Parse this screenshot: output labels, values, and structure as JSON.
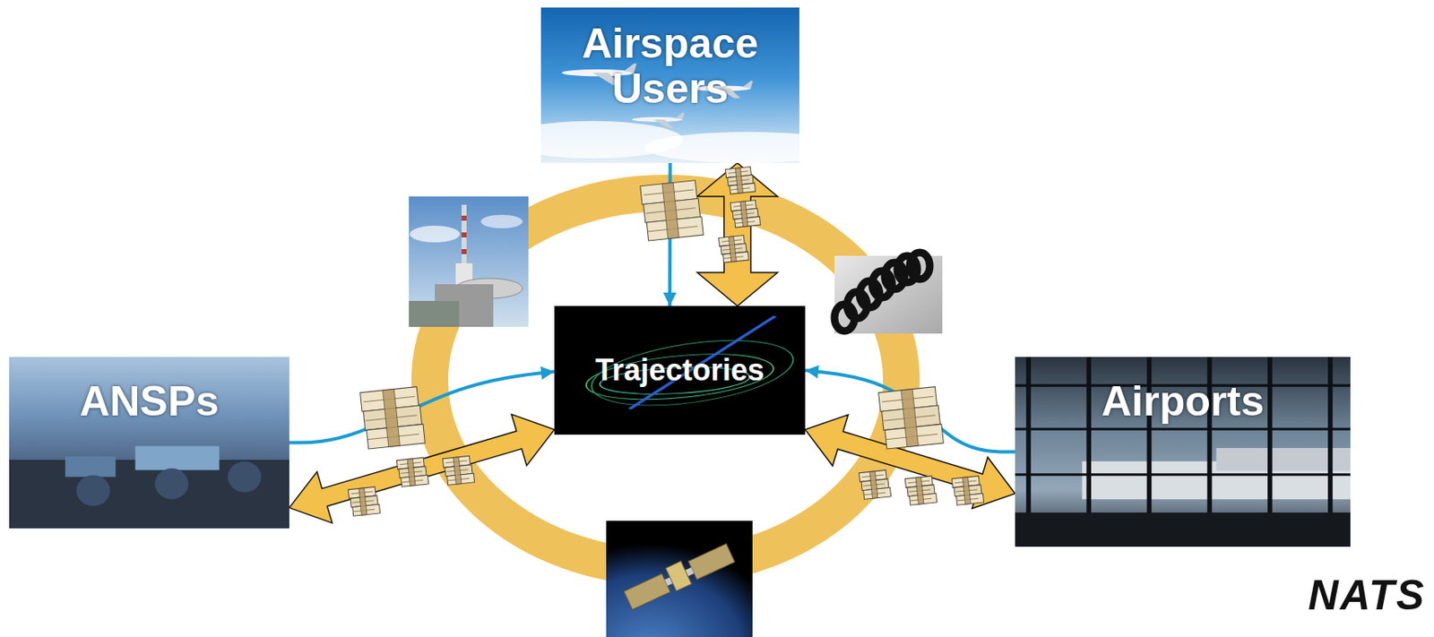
{
  "diagram": {
    "nodes": [
      {
        "text": [
          "Airspace Users"
        ]
      },
      {
        "text": [
          "ANSPs"
        ]
      },
      {
        "text": [
          "Trajectories"
        ]
      },
      {
        "text": [
          "Airports"
        ]
      }
    ],
    "edges": [
      {
        "from": 0,
        "to": 2,
        "arrow": "to"
      },
      {
        "from": 0,
        "to": 2,
        "arrow": "both"
      },
      {
        "from": 1,
        "to": 2,
        "arrow": "to"
      },
      {
        "from": 1,
        "to": 2,
        "arrow": "both"
      },
      {
        "from": 3,
        "to": 2,
        "arrow": "to"
      },
      {
        "from": 3,
        "to": 2,
        "arrow": "both"
      }
    ],
    "labels": [
      "NATS"
    ]
  }
}
